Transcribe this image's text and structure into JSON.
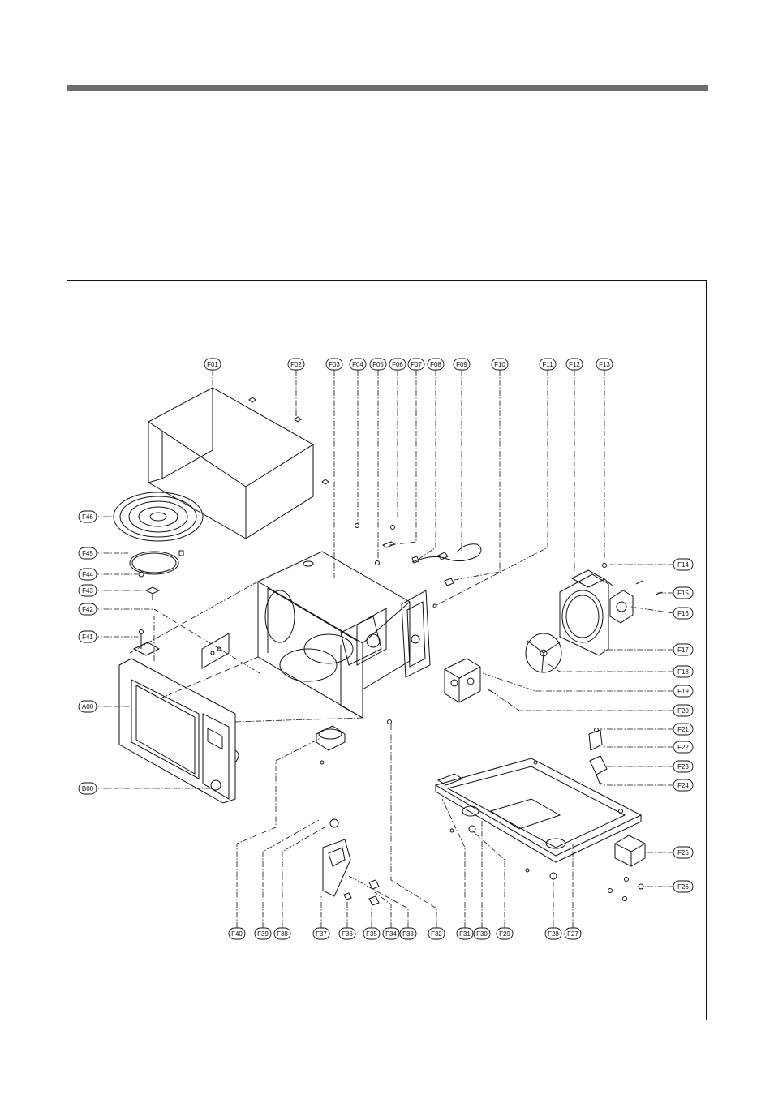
{
  "colors": {
    "rule": "#6e6e6e",
    "ink": "#111111"
  },
  "labels": {
    "F01": "F01",
    "F02": "F02",
    "F03": "F03",
    "F04": "F04",
    "F05": "F05",
    "F06": "F06",
    "F07": "F07",
    "F08": "F08",
    "F09": "F09",
    "F10": "F10",
    "F11": "F11",
    "F12": "F12",
    "F13": "F13",
    "F14": "F14",
    "F15": "F15",
    "F16": "F16",
    "F17": "F17",
    "F18": "F18",
    "F19": "F19",
    "F20": "F20",
    "F21": "F21",
    "F22": "F22",
    "F23": "F23",
    "F24": "F24",
    "F25": "F25",
    "F26": "F26",
    "F27": "F27",
    "F28": "F28",
    "F29": "F29",
    "F30": "F30",
    "F31": "F31",
    "F32": "F32",
    "F33": "F33",
    "F34": "F34",
    "F35": "F35",
    "F36": "F36",
    "F37": "F37",
    "F38": "F38",
    "F39": "F39",
    "F40": "F40",
    "F41": "F41",
    "F42": "F42",
    "F43": "F43",
    "F44": "F44",
    "F45": "F45",
    "F46": "F46",
    "A00": "A00",
    "B00": "B00"
  }
}
